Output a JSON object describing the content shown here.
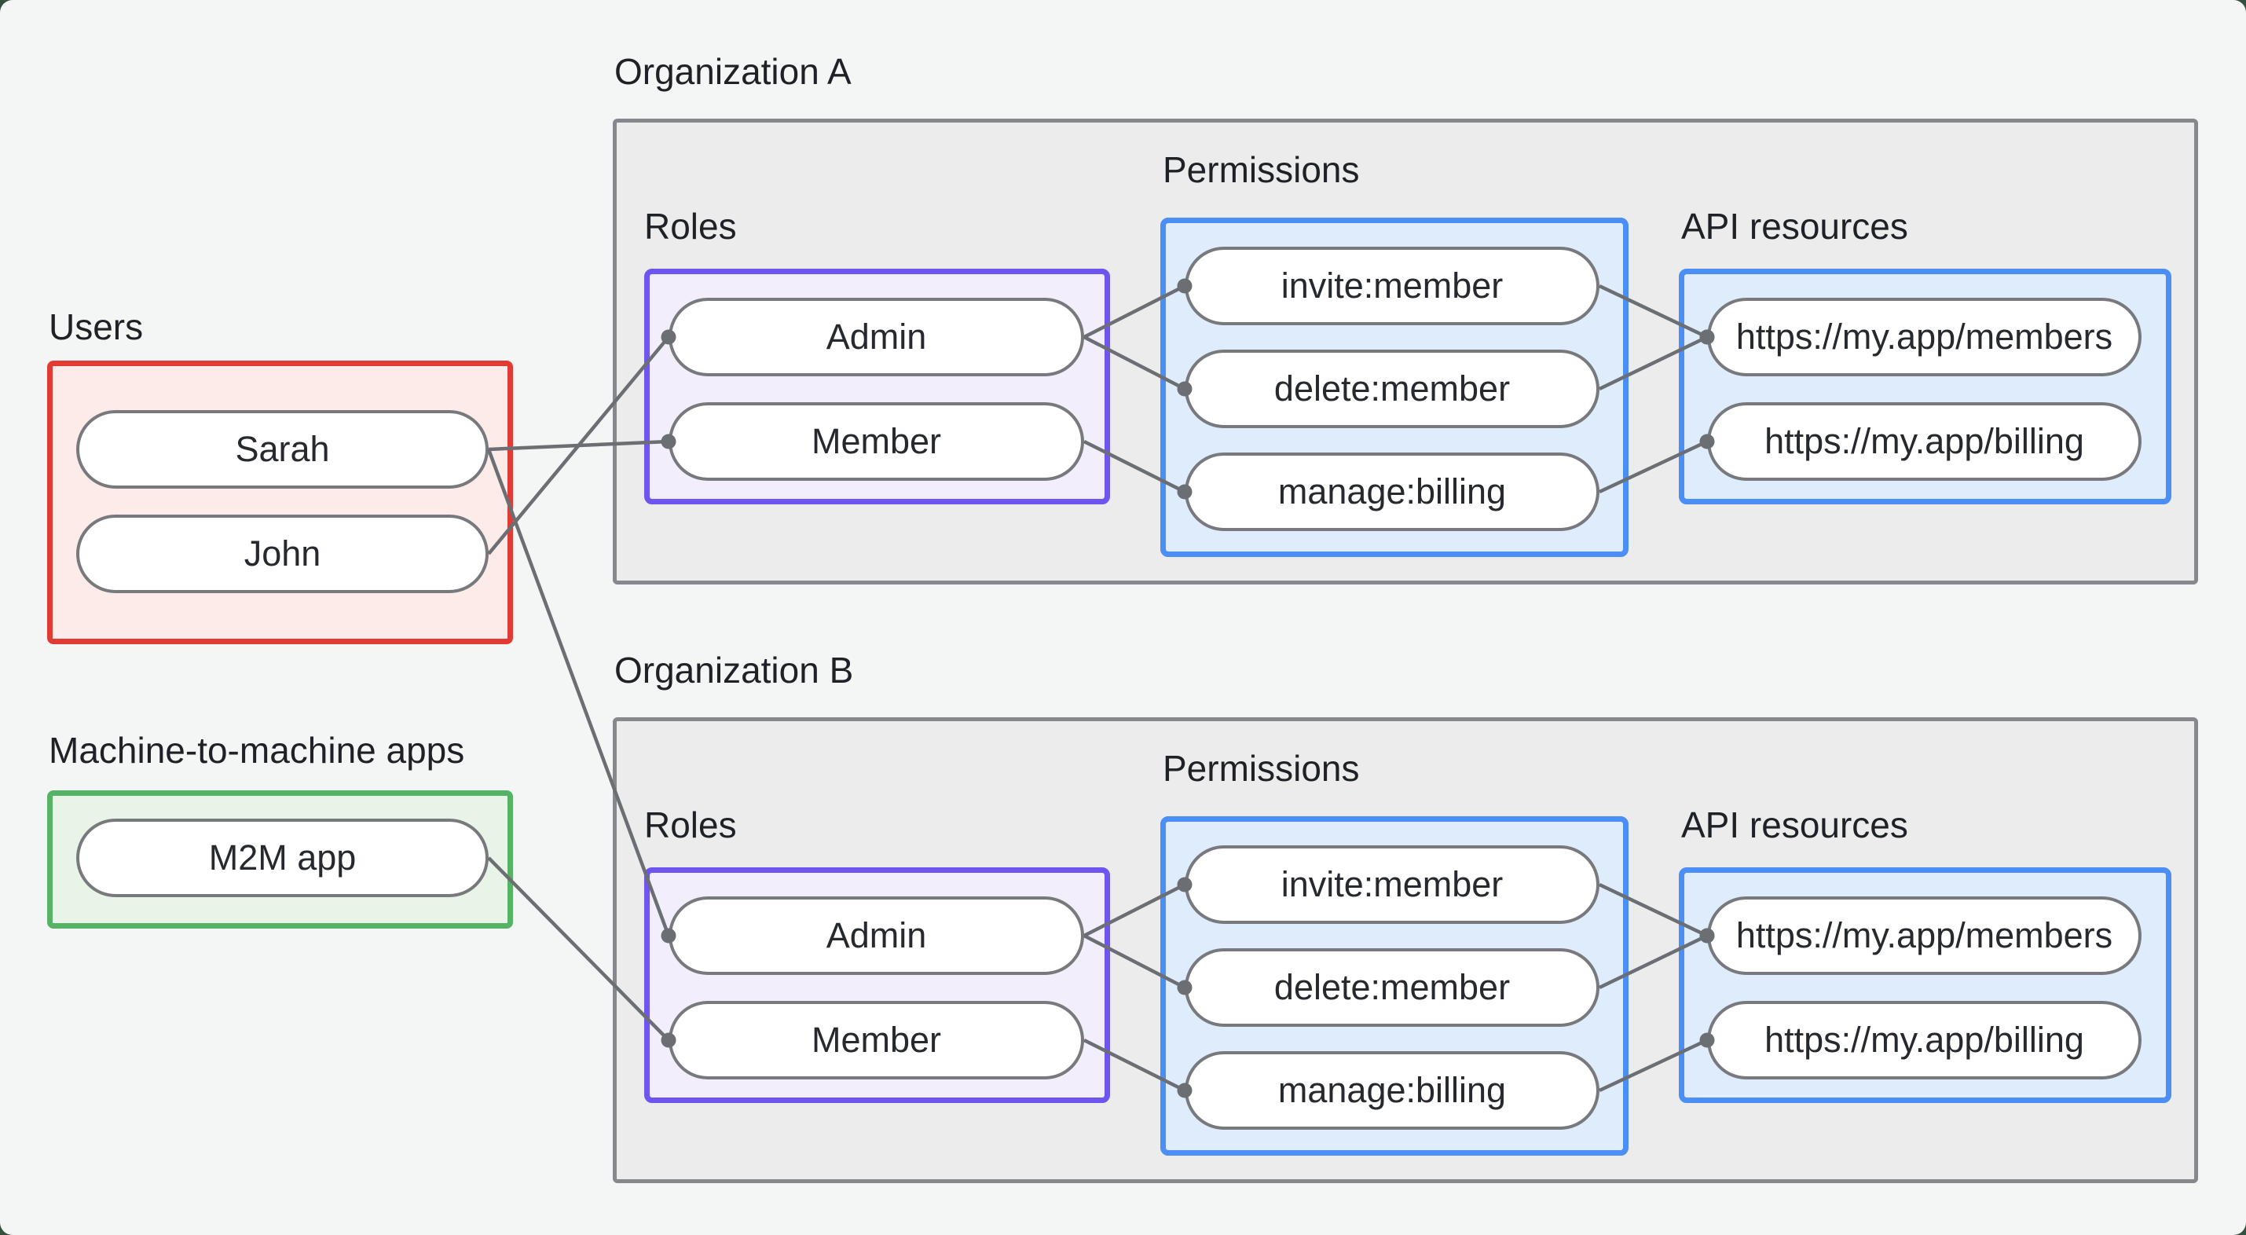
{
  "users_group": {
    "label": "Users",
    "items": [
      "Sarah",
      "John"
    ]
  },
  "m2m_group": {
    "label": "Machine-to-machine apps",
    "items": [
      "M2M app"
    ]
  },
  "org_a": {
    "title": "Organization A",
    "roles_label": "Roles",
    "permissions_label": "Permissions",
    "api_label": "API resources",
    "roles": [
      "Admin",
      "Member"
    ],
    "permissions": [
      "invite:member",
      "delete:member",
      "manage:billing"
    ],
    "api_resources": [
      "https://my.app/members",
      "https://my.app/billing"
    ]
  },
  "org_b": {
    "title": "Organization B",
    "roles_label": "Roles",
    "permissions_label": "Permissions",
    "api_label": "API resources",
    "roles": [
      "Admin",
      "Member"
    ],
    "permissions": [
      "invite:member",
      "delete:member",
      "manage:billing"
    ],
    "api_resources": [
      "https://my.app/members",
      "https://my.app/billing"
    ]
  },
  "edges": [
    {
      "from": "sarah",
      "to": "orgA-member"
    },
    {
      "from": "john",
      "to": "orgA-admin"
    },
    {
      "from": "sarah",
      "to": "orgB-admin"
    },
    {
      "from": "m2m",
      "to": "orgB-member"
    },
    {
      "from": "orgA-admin",
      "to": "orgA-invite"
    },
    {
      "from": "orgA-admin",
      "to": "orgA-delete"
    },
    {
      "from": "orgA-member",
      "to": "orgA-manage"
    },
    {
      "from": "orgA-invite",
      "to": "orgA-members"
    },
    {
      "from": "orgA-delete",
      "to": "orgA-members"
    },
    {
      "from": "orgA-manage",
      "to": "orgA-billing"
    },
    {
      "from": "orgB-admin",
      "to": "orgB-invite"
    },
    {
      "from": "orgB-admin",
      "to": "orgB-delete"
    },
    {
      "from": "orgB-member",
      "to": "orgB-manage"
    },
    {
      "from": "orgB-invite",
      "to": "orgB-members"
    },
    {
      "from": "orgB-delete",
      "to": "orgB-members"
    },
    {
      "from": "orgB-manage",
      "to": "orgB-billing"
    }
  ],
  "colors": {
    "background": "#f4f6f5",
    "backdrop": "#34503e",
    "org_fill": "#ececed",
    "org_border": "#85888c",
    "users_border": "#e23b35",
    "users_fill": "#fcebe9",
    "m2m_border": "#56b365",
    "m2m_fill": "#e9f4e8",
    "roles_border": "#6e55f0",
    "roles_fill": "#f2eefb",
    "blue_border": "#4b8ef5",
    "blue_fill": "#deecfb",
    "edge_gray": "#6b6e72",
    "pill_border": "#77797d",
    "text": "#1e2227"
  }
}
